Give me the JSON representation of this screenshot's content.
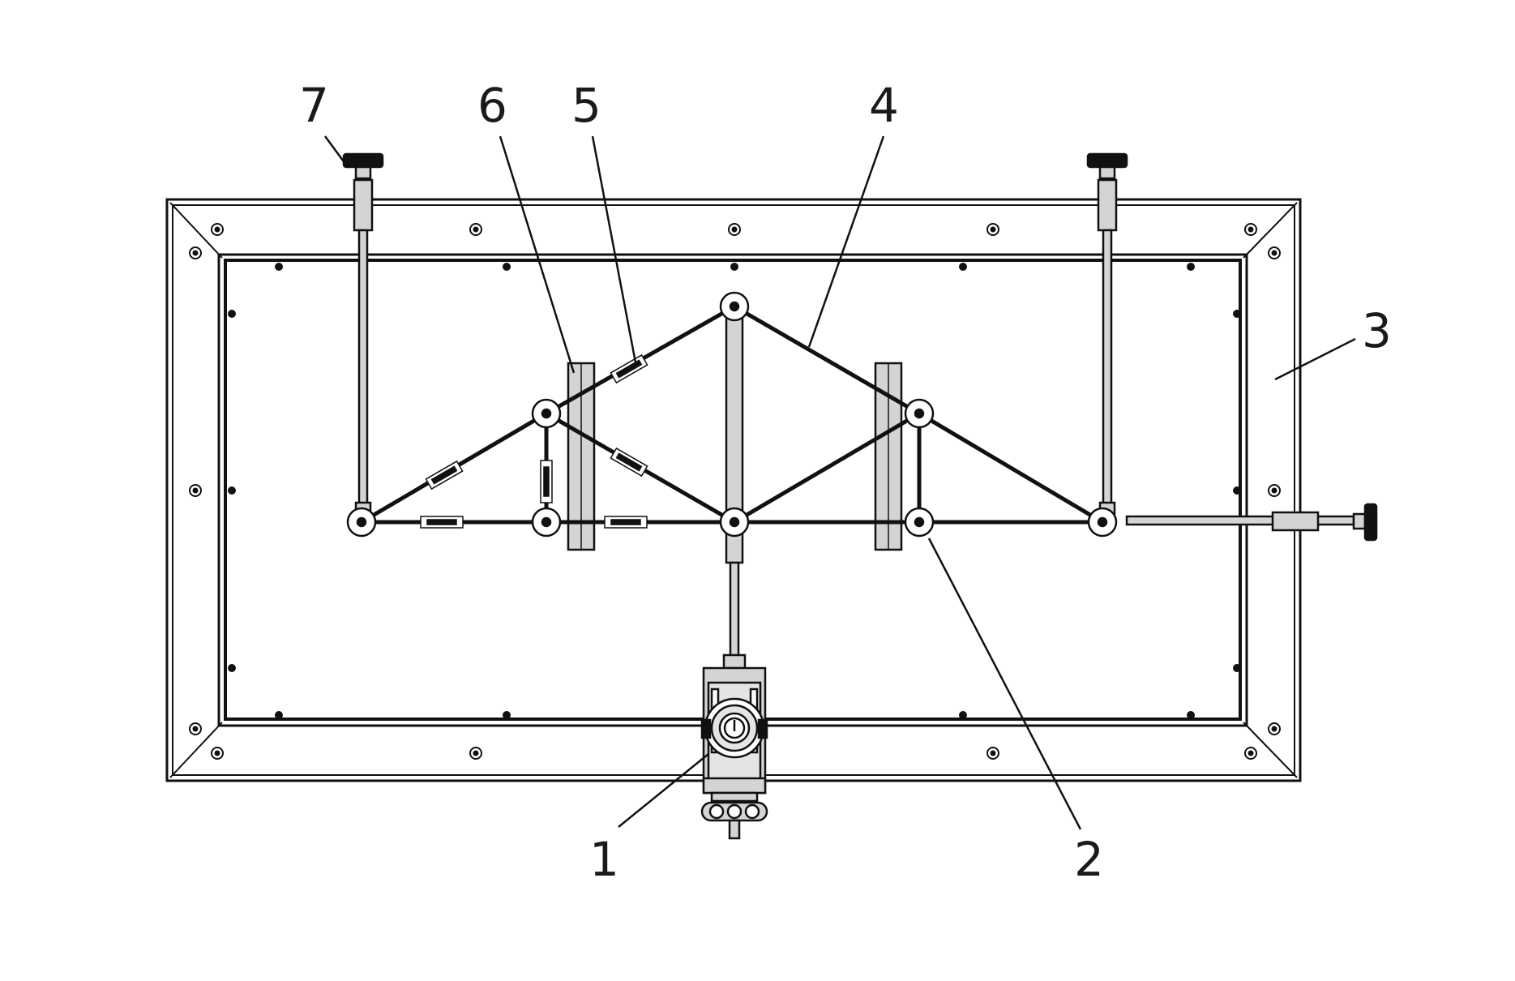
{
  "diagram": {
    "labels": [
      {
        "id": "1",
        "text": "1"
      },
      {
        "id": "2",
        "text": "2"
      },
      {
        "id": "3",
        "text": "3"
      },
      {
        "id": "4",
        "text": "4"
      },
      {
        "id": "5",
        "text": "5"
      },
      {
        "id": "6",
        "text": "6"
      },
      {
        "id": "7",
        "text": "7"
      }
    ]
  },
  "colors": {
    "line": "#111111",
    "part_fill": "#d4d4d4",
    "knob": "#111111",
    "background": "#ffffff"
  }
}
